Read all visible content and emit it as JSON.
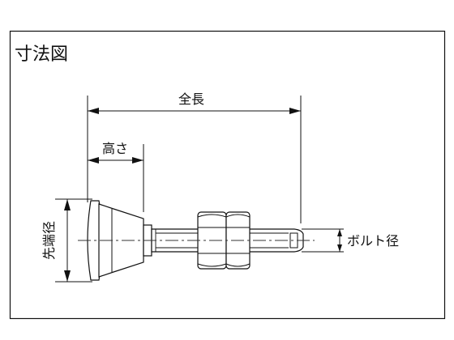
{
  "diagram": {
    "title": "寸法図",
    "labels": {
      "overall_length": "全長",
      "height": "高さ",
      "tip_diameter": "先端径",
      "bolt_diameter": "ボルト径"
    },
    "colors": {
      "line": "#111111",
      "part_fill": "#ffffff",
      "center_line": "#333333"
    }
  }
}
